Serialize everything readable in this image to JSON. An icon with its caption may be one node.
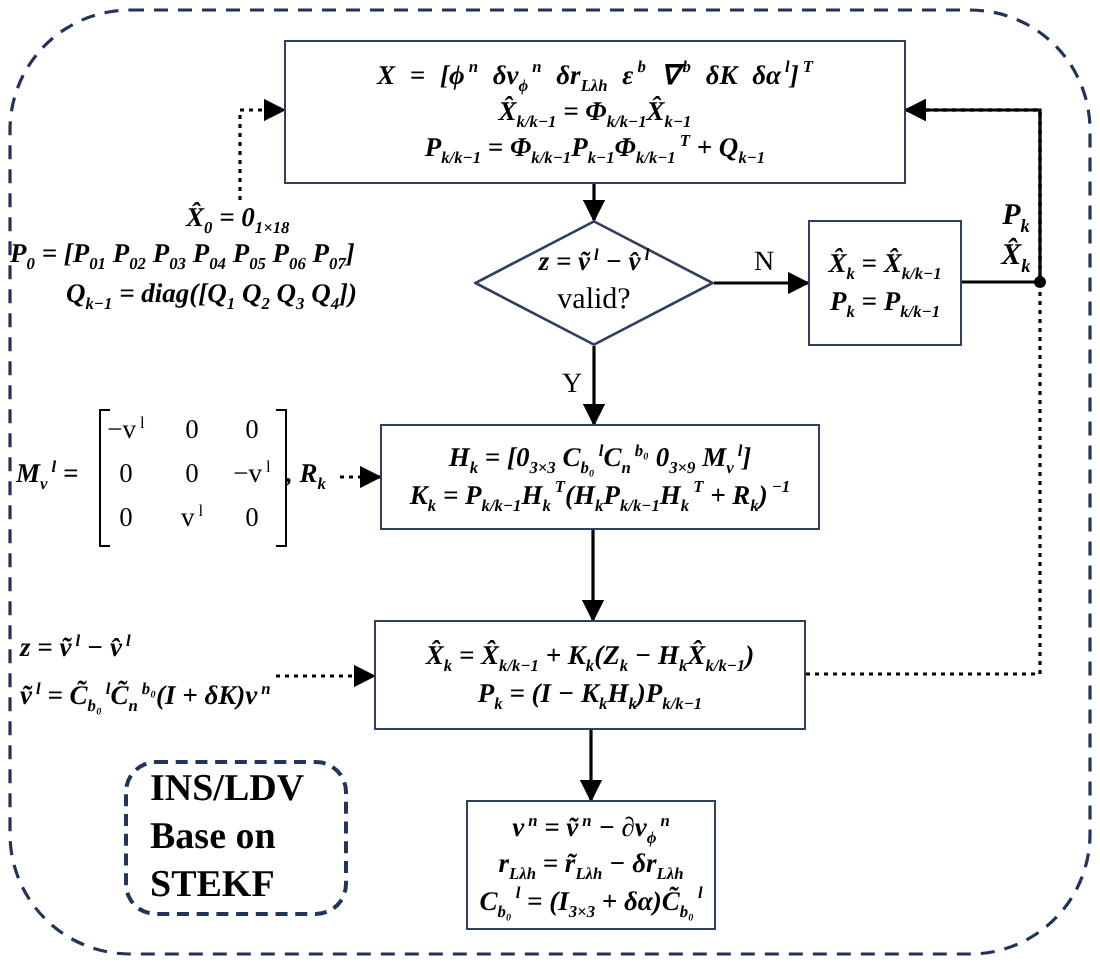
{
  "diagram": {
    "nodes": [
      {
        "text": [
          "X = [ϕ$^{n}$   δv$_{ϕ}$$^{n}$   δr$_{Lλh}$   ε$^{b}$   ∇$^{b}$   δK   δα$^{l}$]$^{T}$",
          "X̂$_{k/k−1}$ = Φ$_{k/k−1}$X̂$_{k−1}$",
          "P$_{k/k−1}$ = Φ$_{k/k−1}$P$_{k−1}$Φ$_{k/k−1}$$^{T}$ + Q$_{k−1}$"
        ]
      },
      {
        "text": [
          "X̂$_{0}$ = 0$_{1×18}$",
          "P$_{0}$ = [P$_{01}$  P$_{02}$  P$_{03}$  P$_{04}$  P$_{05}$  P$_{06}$  P$_{07}$]",
          "Q$_{k−1}$ = diag([Q$_{1}$  Q$_{2}$  Q$_{3}$  Q$_{4}$])"
        ]
      },
      {
        "text": [
          "z = ṽ$^{l}$ − v̂$^{l}$",
          "valid?"
        ]
      },
      {
        "text": [
          "X̂$_{k}$ = X̂$_{k/k−1}$",
          "P$_{k}$ = P$_{k/k−1}$"
        ]
      },
      {
        "text": [
          "M$_{v}$$^{l}$ =",
          "−v$^{l}$",
          "0",
          "0",
          "0",
          "0",
          "−v$^{l}$",
          "0",
          "v$^{l}$",
          "0",
          ", R$_{k}$"
        ]
      },
      {
        "text": [
          "H$_{k}$ = [0$_{3×3}$  C$_{b₀}$$^{l}$C$_{n}$$^{b₀}$  0$_{3×9}$  M$_{v}$$^{l}$]",
          "K$_{k}$ = P$_{k/k−1}$H$_{k}$$^{T}$(H$_{k}$P$_{k/k−1}$H$_{k}$$^{T}$ + R$_{k}$)$^{−1}$"
        ]
      },
      {
        "text": [
          "z = ṽ$^{l}$ − v̂$^{l}$",
          "ṽ$^{l}$ = C̃$_{b₀}$$^{l}$C̃$_{n}$$^{b₀}$(I + δK)v$^{n}$"
        ]
      },
      {
        "text": [
          "X̂$_{k}$ = X̂$_{k/k−1}$ + K$_{k}$(Z$_{k}$ − H$_{k}$X̂$_{k/k−1}$)",
          "P$_{k}$ = (I − K$_{k}$H$_{k}$)P$_{k/k−1}$"
        ]
      },
      {
        "text": [
          "v$^{n}$ = ṽ$^{n}$ − ∂v$_{ϕ}$$^{n}$",
          "r$_{Lλh}$ = r̃$_{Lλh}$ − δr$_{Lλh}$",
          "C$_{b₀}$$^{l}$ = (I$_{3×3}$ + δα)C̃$_{b₀}$$^{l}$"
        ]
      },
      {
        "text": [
          "INS/LDV Base on STEKF"
        ]
      }
    ],
    "edges": [
      {
        "from": 1,
        "to": 0,
        "arrow": "to",
        "style": "dashed"
      },
      {
        "from": 0,
        "to": 2,
        "arrow": "to"
      },
      {
        "from": 2,
        "to": 3,
        "arrow": "to",
        "label": "N"
      },
      {
        "from": 2,
        "to": 5,
        "arrow": "to",
        "label": "Y"
      },
      {
        "from": 4,
        "to": 5,
        "arrow": "to",
        "style": "dashed"
      },
      {
        "from": 5,
        "to": 7,
        "arrow": "to"
      },
      {
        "from": 6,
        "to": 7,
        "arrow": "to",
        "style": "dashed"
      },
      {
        "from": 7,
        "to": 8,
        "arrow": "to"
      },
      {
        "from": 7,
        "to": 0,
        "arrow": "to",
        "style": "dashed"
      },
      {
        "from": 3,
        "to": 0,
        "arrow": "to",
        "label": "P$_{k}$ X̂$_{k}$"
      }
    ]
  }
}
